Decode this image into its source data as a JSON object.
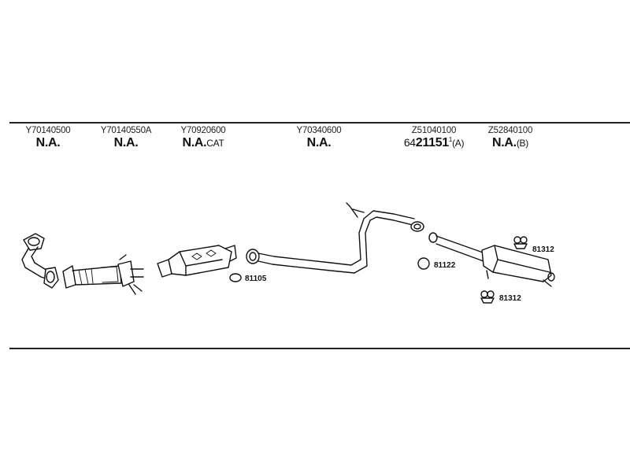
{
  "columns": [
    {
      "code": "Y70140500",
      "value": "N.A.",
      "suffix": ""
    },
    {
      "code": "Y70140550A",
      "value": "N.A.",
      "suffix": ""
    },
    {
      "code": "Y70920600",
      "value": "N.A.",
      "suffix": "CAT"
    },
    {
      "code": "Y70340600",
      "value": "N.A.",
      "suffix": ""
    },
    {
      "code": "Z51040100",
      "prefix": "64",
      "value": "21151",
      "sup": "1",
      "suffix": "(A)"
    },
    {
      "code": "Z52840100",
      "value": "N.A.",
      "suffix": "(B)"
    }
  ],
  "part_labels": {
    "gasket_81105": "81105",
    "gasket_81122": "81122",
    "hanger_81312_top": "81312",
    "hanger_81312_bottom": "81312"
  }
}
